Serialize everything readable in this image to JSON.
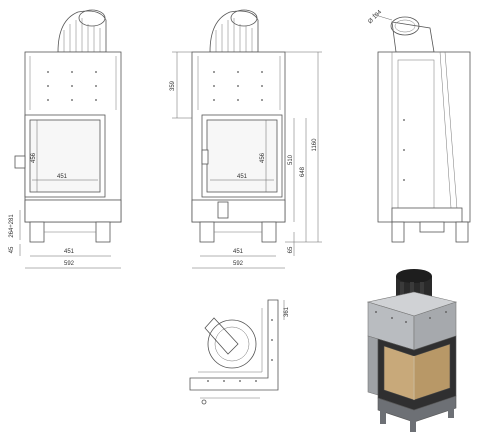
{
  "front_view": {
    "dim_height_door": "456",
    "dim_width_door": "451",
    "dim_leg_range": "264÷281",
    "dim_foot": "45",
    "dim_base_width": "451",
    "dim_total_width": "592"
  },
  "side_front_view": {
    "dim_top": "359",
    "dim_height_door": "456",
    "dim_width_door": "451",
    "dim_510": "510",
    "dim_648": "648",
    "dim_1160": "1160",
    "dim_65": "65",
    "dim_base_width": "451",
    "dim_total_width": "592"
  },
  "side_view": {
    "dim_flue_diameter": "Ø 194"
  },
  "top_view": {
    "dim_side": "361"
  },
  "colors": {
    "body_gray": "#b9bcc0",
    "dark_gray": "#6d7075",
    "glass_tint": "#c8a97a",
    "flue_black": "#2a2a2a"
  }
}
